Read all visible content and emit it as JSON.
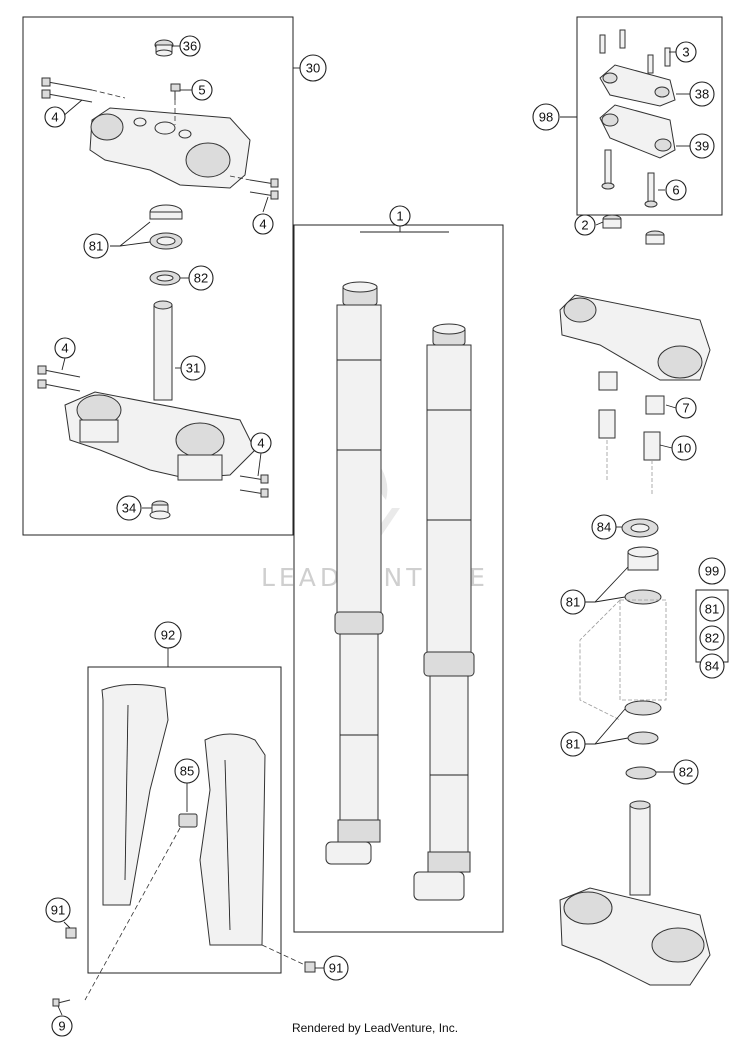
{
  "watermark": "LEADVENTURE",
  "footer": "Rendered by LeadVenture, Inc.",
  "callouts": [
    "36",
    "5",
    "4",
    "4",
    "81",
    "82",
    "4",
    "31",
    "4",
    "34",
    "30",
    "1",
    "3",
    "38",
    "98",
    "39",
    "6",
    "2",
    "7",
    "10",
    "84",
    "99",
    "81",
    "82",
    "84",
    "81",
    "81",
    "82",
    "92",
    "85",
    "91",
    "9",
    "91"
  ]
}
